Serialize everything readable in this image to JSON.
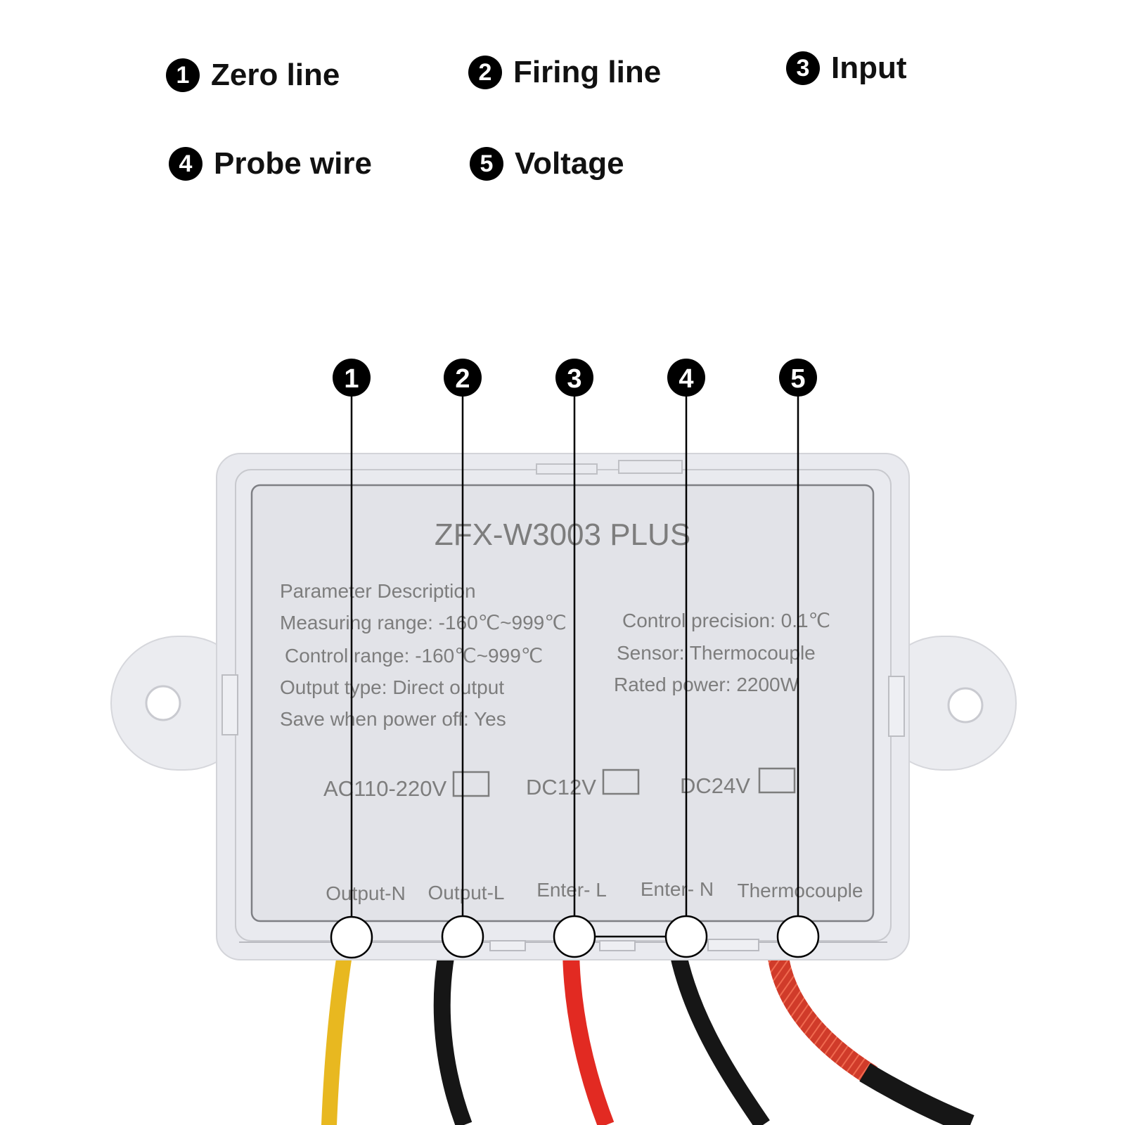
{
  "legend": [
    {
      "num": "1",
      "label": "Zero line"
    },
    {
      "num": "2",
      "label": "Firing line"
    },
    {
      "num": "3",
      "label": "Input"
    },
    {
      "num": "4",
      "label": "Probe wire"
    },
    {
      "num": "5",
      "label": "Voltage"
    }
  ],
  "device": {
    "model": "ZFX-W3003 PLUS",
    "param_heading": "Parameter Description",
    "params_left": [
      "Measuring range:  -160℃~999℃",
      "Control range:  -160℃~999℃",
      "Output type:  Direct output",
      "Save when power off:  Yes"
    ],
    "params_right": [
      "Control precision:  0.1℃",
      "Sensor:  Thermocouple",
      "Rated power:  2200W"
    ],
    "voltages": [
      "AC110-220V",
      "DC12V",
      "DC24V"
    ],
    "terminals": [
      "Output-N",
      "Output-L",
      "Enter- L",
      "Enter- N",
      "Thermocouple"
    ]
  },
  "callouts": [
    "1",
    "2",
    "3",
    "4",
    "5"
  ],
  "colors": {
    "wire_yellow": "#e8b820",
    "wire_black": "#161616",
    "wire_red": "#e22a22",
    "wire_braided": "#d8402e",
    "housing": "#e9eaef",
    "label_panel": "#e1e2e7"
  }
}
